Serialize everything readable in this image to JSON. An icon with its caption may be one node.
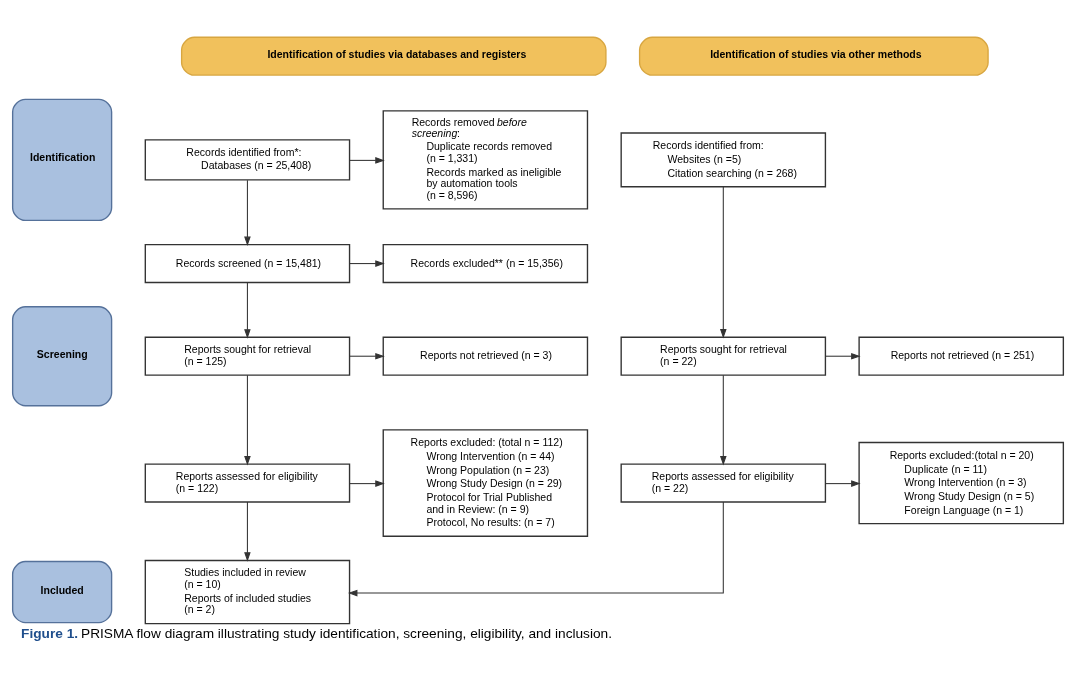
{
  "diagram": {
    "caption": "**Figure 1.** PRISMA flow diagram illustrating study identification, screening, eligibility, and inclusion.",
    "nodes": [
      {
        "text": [
          "Identification of studies via databases and registers"
        ]
      },
      {
        "text": [
          "Identification of studies via other methods"
        ]
      },
      {
        "text": [
          "Identification"
        ]
      },
      {
        "text": [
          "Screening"
        ]
      },
      {
        "text": [
          "Included"
        ]
      },
      {
        "text": [
          "Records identified from*:",
          "Databases (n = 25,408)"
        ]
      },
      {
        "text": [
          "Records removed *before screening*:",
          "Duplicate records removed (n = 1,331)",
          "Records marked as ineligible by automation tools (n = 8,596)"
        ]
      },
      {
        "text": [
          "Records identified from:",
          "Websites (n =5)",
          "Citation searching (n = 268)"
        ]
      },
      {
        "text": [
          "Records screened (n = 15,481)"
        ]
      },
      {
        "text": [
          "Records excluded** (n = 15,356)"
        ]
      },
      {
        "text": [
          "Reports sought for retrieval (n = 125)"
        ]
      },
      {
        "text": [
          "Reports not retrieved (n = 3)"
        ]
      },
      {
        "text": [
          "Reports assessed for eligibility (n = 122)"
        ]
      },
      {
        "text": [
          "Reports excluded: (total n = 112)",
          "Wrong Intervention (n = 44)",
          "Wrong Population (n = 23)",
          "Wrong Study Design (n = 29)",
          "Protocol for Trial Published and in Review: (n = 9)",
          "Protocol, No results: (n = 7)"
        ]
      },
      {
        "text": [
          "Studies included in review (n = 10)",
          "Reports of included studies (n = 2)"
        ]
      },
      {
        "text": [
          "Reports sought for retrieval (n = 22)"
        ]
      },
      {
        "text": [
          "Reports not retrieved (n = 251)"
        ]
      },
      {
        "text": [
          "Reports assessed for eligibility (n = 22)"
        ]
      },
      {
        "text": [
          "Reports excluded:(total n = 20)",
          "Duplicate (n = 11)",
          "Wrong Intervention (n = 3)",
          "Wrong Study Design (n = 5)",
          "Foreign Language (n = 1)"
        ]
      }
    ],
    "edges": [
      {
        "from": 5,
        "to": 6,
        "arrow": "to"
      },
      {
        "from": 5,
        "to": 8,
        "arrow": "to"
      },
      {
        "from": 8,
        "to": 9,
        "arrow": "to"
      },
      {
        "from": 8,
        "to": 10,
        "arrow": "to"
      },
      {
        "from": 10,
        "to": 11,
        "arrow": "to"
      },
      {
        "from": 10,
        "to": 12,
        "arrow": "to"
      },
      {
        "from": 12,
        "to": 13,
        "arrow": "to"
      },
      {
        "from": 12,
        "to": 14,
        "arrow": "to"
      },
      {
        "from": 7,
        "to": 15,
        "arrow": "to"
      },
      {
        "from": 15,
        "to": 16,
        "arrow": "to"
      },
      {
        "from": 15,
        "to": 17,
        "arrow": "to"
      },
      {
        "from": 17,
        "to": 18,
        "arrow": "to"
      },
      {
        "from": 17,
        "to": 14,
        "arrow": "to"
      }
    ]
  }
}
